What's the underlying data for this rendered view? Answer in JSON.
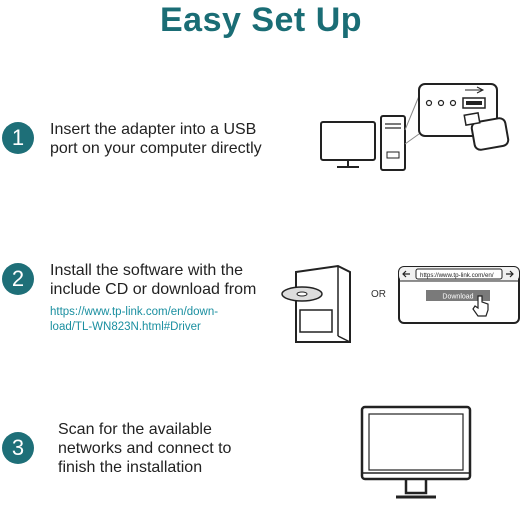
{
  "title": "Easy Set Up",
  "steps": [
    {
      "number": "1",
      "line1": "Insert the adapter into a USB",
      "line2": "port on your computer directly"
    },
    {
      "number": "2",
      "line1": "Install the software with the",
      "line2": "include CD or download from",
      "link1": "https://www.tp-link.com/en/down-",
      "link2": "load/TL-WN823N.html#Driver"
    },
    {
      "number": "3",
      "line1": "Scan for the available",
      "line2": "networks and connect to",
      "line3": "finish the installation"
    }
  ],
  "or_label": "OR",
  "browser": {
    "url": "https://www.tp-link.com/en/",
    "button": "Download"
  },
  "colors": {
    "accent": "#1e6f78",
    "link": "#1a8fa0",
    "button": "#7a7a7a"
  }
}
